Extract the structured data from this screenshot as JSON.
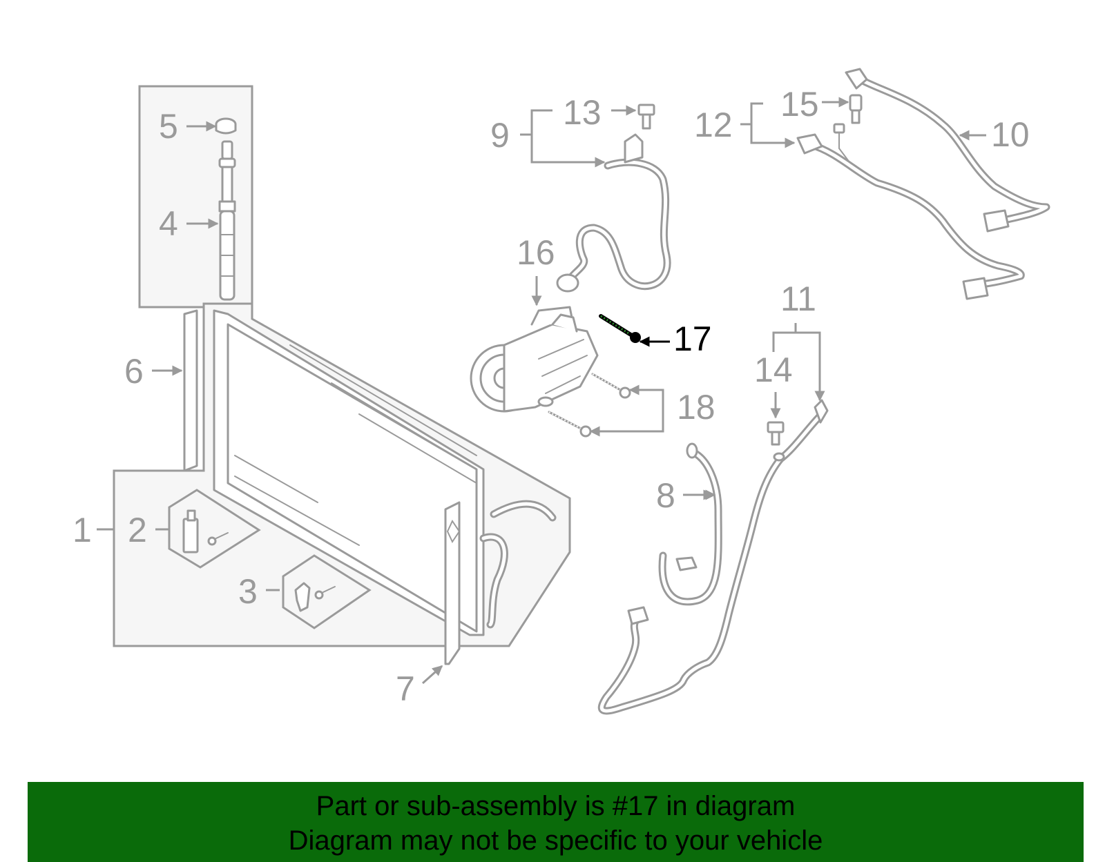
{
  "diagram": {
    "callouts": [
      "1",
      "2",
      "3",
      "4",
      "5",
      "6",
      "7",
      "8",
      "9",
      "10",
      "11",
      "12",
      "13",
      "14",
      "15",
      "16",
      "17",
      "18"
    ],
    "highlighted_part": "17"
  },
  "banner": {
    "line1": "Part or sub-assembly is #17 in diagram",
    "line2": "Diagram may not be specific to your vehicle",
    "color": "#0a6b0a"
  }
}
